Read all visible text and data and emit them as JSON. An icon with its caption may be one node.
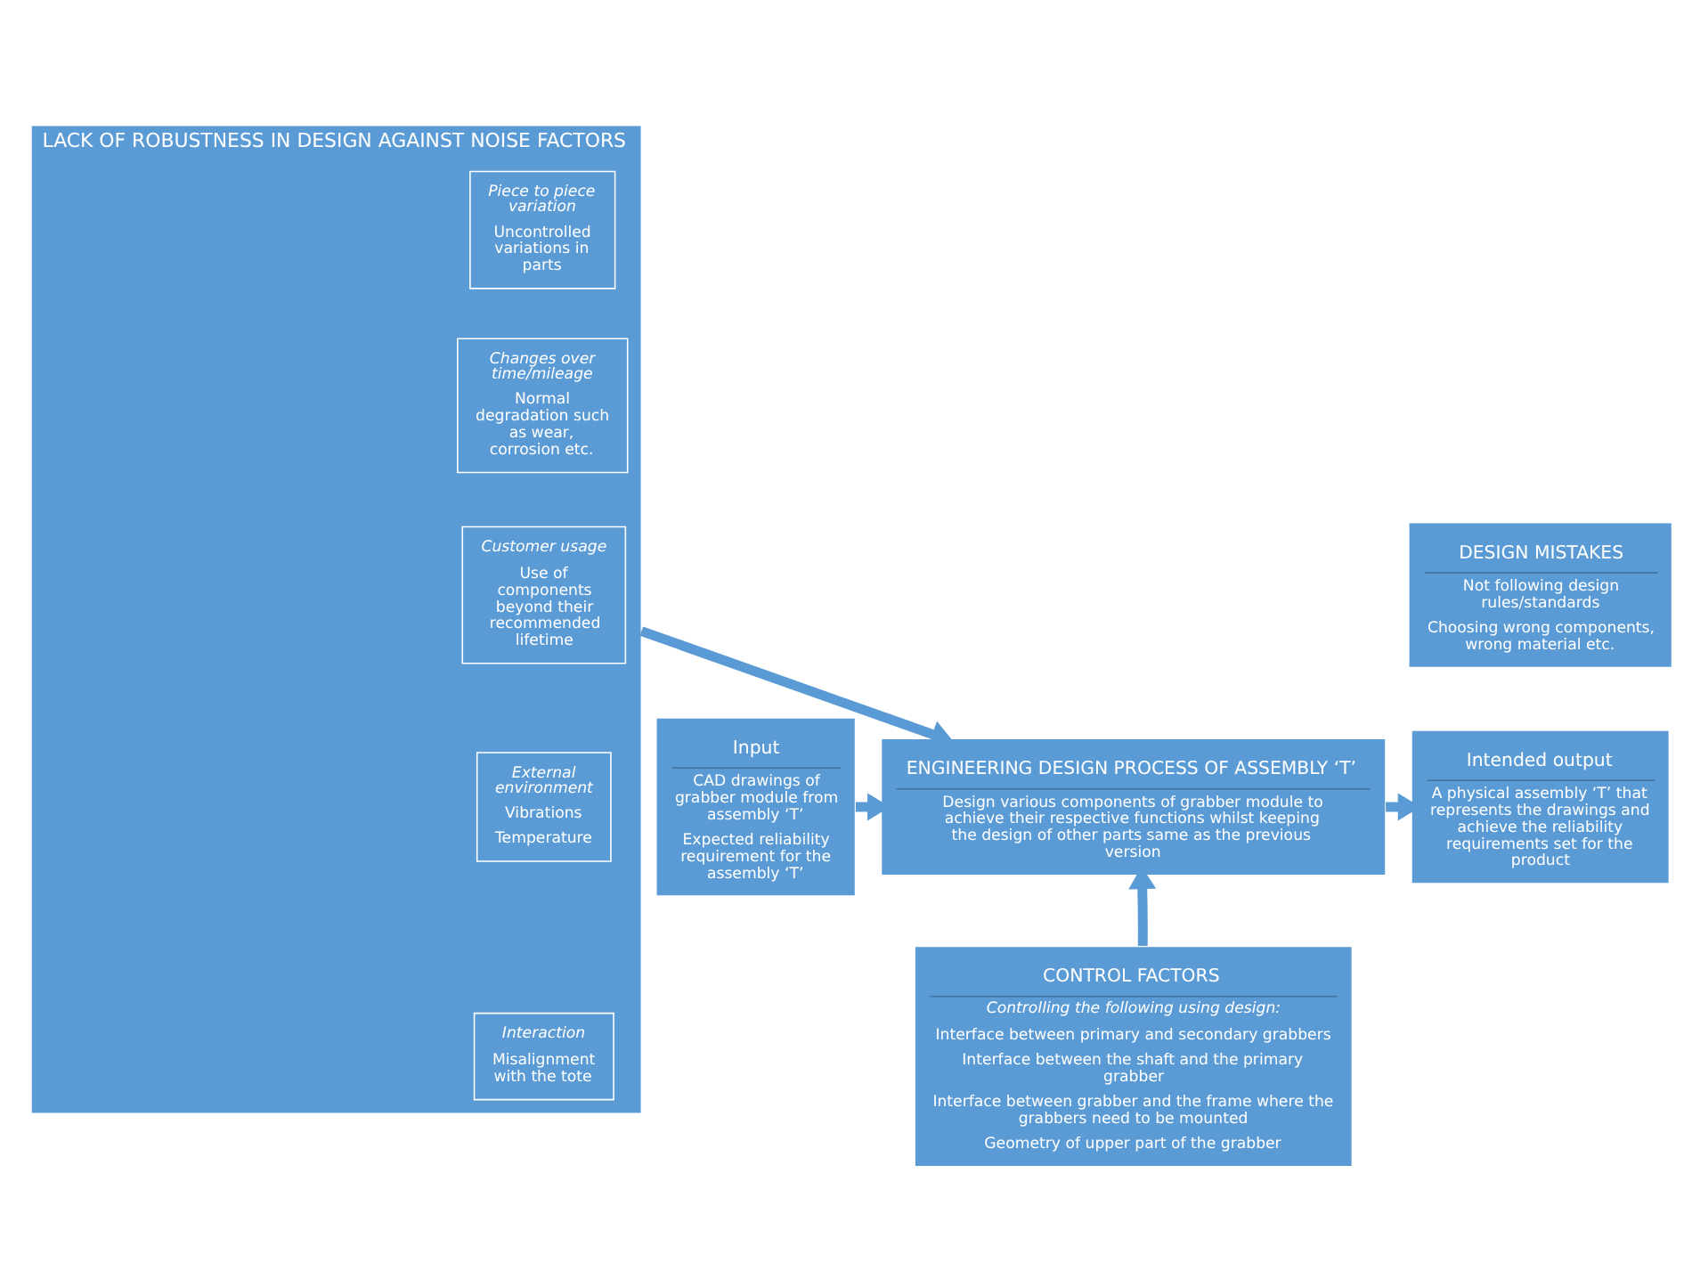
{
  "diagram": {
    "nodes": [
      {
        "text": [
          "LACK OF ROBUSTNESS IN DESIGN AGAINST NOISE FACTORS"
        ]
      },
      {
        "text": [
          "Piece to piece variation",
          "Uncontrolled variations in parts"
        ],
        "in": 0
      },
      {
        "text": [
          "Changes over time/mileage",
          "Normal degradation such as wear, corrosion etc."
        ],
        "in": 0
      },
      {
        "text": [
          "Customer usage",
          "Use of components beyond their recommended lifetime"
        ],
        "in": 0
      },
      {
        "text": [
          "External environment",
          "Vibrations",
          "Temperature"
        ],
        "in": 0
      },
      {
        "text": [
          "Interaction",
          "Misalignment with the tote"
        ],
        "in": 0
      },
      {
        "text": [
          "DESIGN MISTAKES",
          "Not following design rules/standards",
          "Choosing wrong components, wrong material etc."
        ]
      },
      {
        "text": [
          "Input",
          "CAD drawings of grabber module from assembly ‘T’",
          "Expected reliability requirement for the assembly ‘T’"
        ]
      },
      {
        "text": [
          "ENGINEERING DESIGN PROCESS OF ASSEMBLY ‘T’",
          "Design various components of grabber module to achieve their respective functions whilst keeping the design of other parts same as the previous version"
        ]
      },
      {
        "text": [
          "Intended output",
          "A physical assembly ‘T’ that represents the drawings and achieve the reliability requirements set for the product"
        ]
      },
      {
        "text": [
          "CONTROL FACTORS",
          "Controlling the following using design:",
          "Interface between primary and secondary grabbers",
          "Interface between the shaft and the primary grabber",
          "Interface between grabber and the frame where the grabbers need to be mounted",
          "Geometry of upper part of the grabber"
        ]
      }
    ],
    "edges": [
      {
        "from": 0,
        "to": 8,
        "arrow": "to"
      },
      {
        "from": 7,
        "to": 8,
        "arrow": "to"
      },
      {
        "from": 8,
        "to": 9,
        "arrow": "to"
      },
      {
        "from": 10,
        "to": 8,
        "arrow": "to"
      }
    ]
  }
}
